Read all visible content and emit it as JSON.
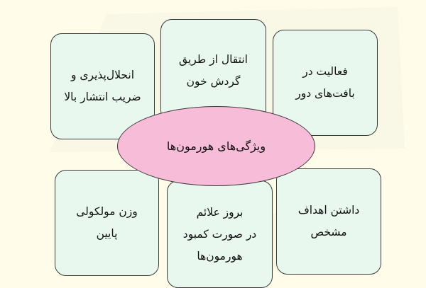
{
  "diagram": {
    "type": "mind-map",
    "center": {
      "label": "ویژگی‌های هورمون‌ها",
      "color": "#f7bcd7"
    },
    "node_color": "#e8f8ef",
    "background_color": "#fffdea",
    "nodes": [
      {
        "id": "solubility",
        "label": "انحلال‌پذیری و\nضریب انتشار بالا"
      },
      {
        "id": "transport",
        "label": "انتقال از طریق\nگردش خون"
      },
      {
        "id": "distant",
        "label": "فعالیت در\nبافت‌های دور"
      },
      {
        "id": "molweight",
        "label": "وزن مولکولی\nپایین"
      },
      {
        "id": "deficiency",
        "label": "بروز علائم\nدر صورت کمبود\nهورمون‌ها"
      },
      {
        "id": "target",
        "label": "داشتن اهداف\nمشخص"
      }
    ]
  }
}
